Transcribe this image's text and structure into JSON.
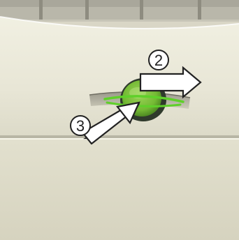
{
  "steps": [
    {
      "number": "2",
      "action": "slide-right"
    },
    {
      "number": "3",
      "action": "push-in"
    }
  ],
  "colors": {
    "panel": "#e9e8d8",
    "lower_panel": "#dddbc8",
    "grille": "#9e9c90",
    "button_green": "#7cc23a",
    "button_rim": "#2f3a2c",
    "ring_green": "#5fd02a",
    "arrow_fill": "#ffffff",
    "arrow_stroke": "#222222"
  },
  "icons": [
    "green-push-button",
    "slide-right-arrow",
    "push-in-arrow"
  ]
}
